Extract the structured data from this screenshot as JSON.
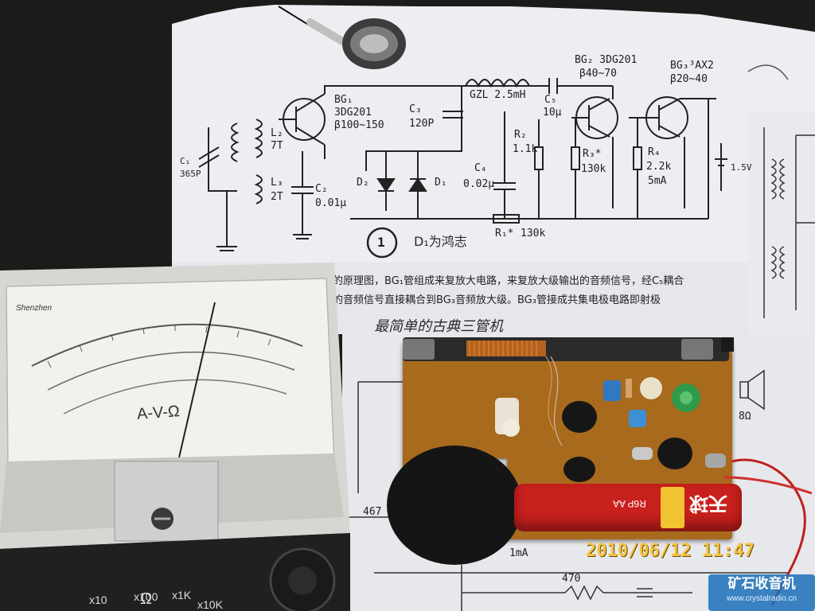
{
  "schematic": {
    "bg1_name": "BG₁",
    "bg1_type": "3DG201",
    "bg1_beta": "β100~150",
    "bg2_name": "BG₂ 3DG201",
    "bg2_beta": "β40~70",
    "bg3_name": "BG₃³AX2",
    "bg3_beta": "β20~40",
    "c3_label": "C₃",
    "c3_value": "120P",
    "gzl_label": "GZL 2.5mH",
    "c5_label": "C₅",
    "c5_value": "10μ",
    "r2_label": "R₂",
    "r2_value": "1.1k",
    "r3_label": "R₃*",
    "r3_value": "130k",
    "r4_label": "R₄",
    "r4_value": "2.2k",
    "current_label": "5mA",
    "c4_label": "C₄",
    "c4_value": "0.02μ",
    "l2_label": "L₂",
    "l2_turns": "7T",
    "l3_label": "L₃",
    "l3_turns": "2T",
    "c2_label": "C₂",
    "c2_value": "0.01μ",
    "c1_label": "C₁",
    "c1_value": "365P",
    "d1_label": "D₁",
    "d2_label": "D₂",
    "r1_label": "R₁*",
    "r1_value": "130k",
    "battery_label": "1.5V",
    "figure_number": "1",
    "handwritten_d1": "D₁为鸿志",
    "desc_line1": "的原理图，BG₁管组成来复放大电路，来复放大级输出的音频信号，经C₅耦合",
    "desc_line2": "的音频信号直接耦合到BG₃音频放大级。BG₃管接成共集电极电路即射极",
    "handwritten_title": "最简单的古典三管机"
  },
  "lower_schematic": {
    "label_8ohm": "8Ω",
    "label_1ma": "1mA",
    "label_470": "470",
    "label_467": "467"
  },
  "meter": {
    "brand": "Shenzhen",
    "model": "A-V-Ω",
    "range_omega": "Ω",
    "range_x10": "x10",
    "range_x100": "x100",
    "range_x1k": "x1K",
    "range_x10k": "x10K"
  },
  "battery": {
    "brand": "天球",
    "model": "R6P AA"
  },
  "timestamp": "2010/06/12 11:47",
  "watermark": {
    "site_cn": "矿石收音机",
    "site_url": "www.crystalradio.cn"
  },
  "colors": {
    "paper": "#f2f2f4",
    "timestamp": "#f5c542",
    "pcb": "#a86a1c",
    "battery_red": "#c8201c",
    "watermark_bg": "#1a6fb8"
  }
}
